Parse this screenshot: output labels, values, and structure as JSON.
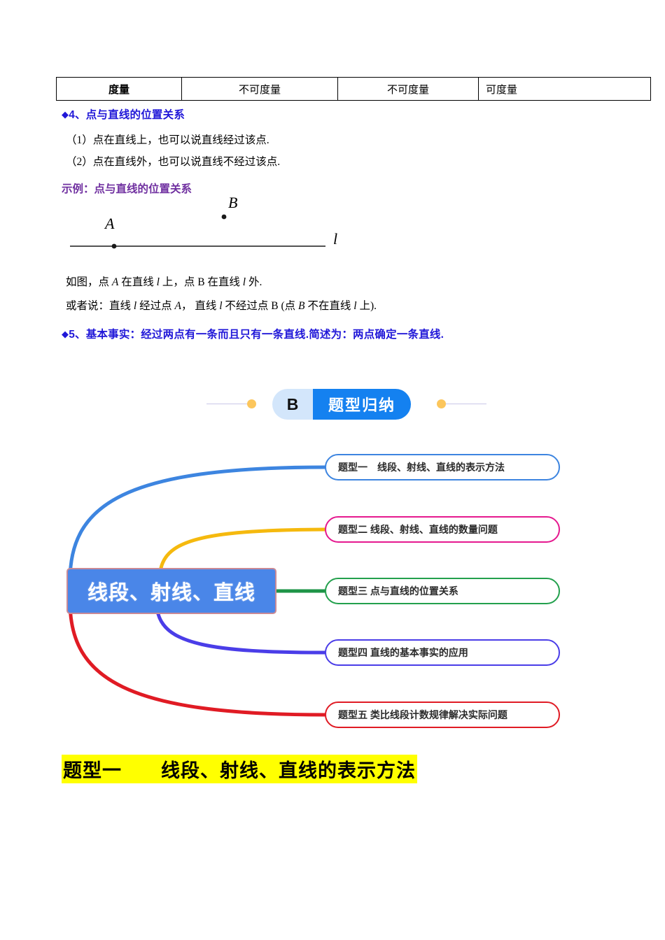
{
  "table": {
    "rows": [
      [
        "度量",
        "不可度量",
        "不可度量",
        "可度量"
      ]
    ]
  },
  "section4": {
    "heading_marker": "◆",
    "heading": "4、点与直线的位置关系",
    "items": [
      "（1）点在直线上，也可以说直线经过该点.",
      "（2）点在直线外，也可以说直线不经过该点."
    ],
    "example_label": "示例：点与直线的位置关系"
  },
  "figure": {
    "point_a_label": "A",
    "point_b_label": "B",
    "line_label": "l"
  },
  "figure_notes": {
    "line1_parts": [
      "如图，点 ",
      "A",
      " 在直线 ",
      "l",
      " 上，点 B 在直线 ",
      "l",
      " 外."
    ],
    "line2_parts": [
      "或者说：直线 ",
      "l",
      " 经过点 ",
      "A",
      "， 直线 ",
      "l",
      " 不经过点 B (点 ",
      "B",
      " 不在直线 ",
      "l",
      " 上)."
    ]
  },
  "section5": {
    "heading_marker": "◆",
    "heading": "5、基本事实：经过两点有一条而且只有一条直线.简述为：两点确定一条直线."
  },
  "banner": {
    "badge": "B",
    "title": "题型归纳",
    "badge_bg": "#d3e6fb",
    "title_bg": "#1481f0",
    "dot_color": "#fcc65c"
  },
  "mindmap": {
    "center": "线段、射线、直线",
    "center_bg": "#4a86e8",
    "center_border": "#c98a96",
    "branches": [
      {
        "label": "题型一　线段、射线、直线的表示方法",
        "border": "#3d85e0",
        "connector": "#3d85e0"
      },
      {
        "label": "题型二 线段、射线、直线的数量问题",
        "border": "#e5198f",
        "connector": "#f5b90e"
      },
      {
        "label": "题型三 点与直线的位置关系",
        "border": "#23a04d",
        "connector": "#1e9447"
      },
      {
        "label": "题型四 直线的基本事实的应用",
        "border": "#4a3de8",
        "connector": "#4a3de8"
      },
      {
        "label": "题型五 类比线段计数规律解决实际问题",
        "border": "#e01b24",
        "connector": "#e01b24"
      }
    ]
  },
  "bottom_heading": {
    "text": "题型一　　线段、射线、直线的表示方法",
    "highlight": "#ffff00"
  }
}
